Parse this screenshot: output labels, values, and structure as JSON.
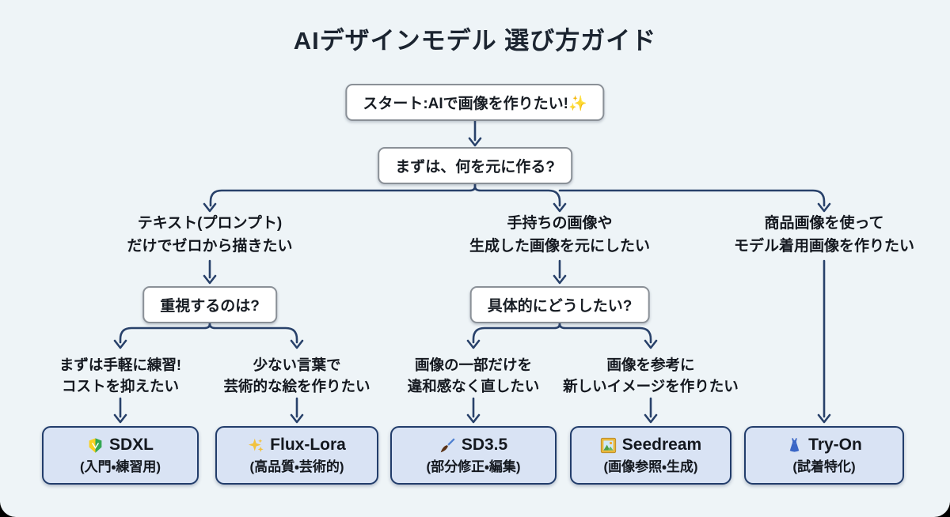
{
  "palette": {
    "background": "#eef4f7",
    "line_color": "#28416a",
    "result_fill": "#d9e3f4",
    "result_border": "#223d6b",
    "node_fill": "#ffffff",
    "node_border": "#8a9097"
  },
  "title": "AIデザインモデル 選び方ガイド",
  "start": {
    "label": "スタート:AIで画像を作りたい!✨"
  },
  "root_question": {
    "label": "まずは、何を元に作る?"
  },
  "branches": [
    {
      "condition_line1": "テキスト(プロンプト)",
      "condition_line2": "だけでゼロから描きたい",
      "question": "重視するのは?"
    },
    {
      "condition_line1": "手持ちの画像や",
      "condition_line2": "生成した画像を元にしたい",
      "question": "具体的にどうしたい?"
    },
    {
      "condition_line1": "商品画像を使って",
      "condition_line2": "モデル着用画像を作りたい"
    }
  ],
  "options": [
    {
      "line1": "まずは手軽に練習!",
      "line2": "コストを抑えたい"
    },
    {
      "line1": "少ない言葉で",
      "line2": "芸術的な絵を作りたい"
    },
    {
      "line1": "画像の一部だけを",
      "line2": "違和感なく直したい"
    },
    {
      "line1": "画像を参考に",
      "line2": "新しいイメージを作りたい"
    }
  ],
  "results": [
    {
      "icon": "beginner-icon",
      "name": "SDXL",
      "subtitle": "(入門・練習用)"
    },
    {
      "icon": "sparkles-icon",
      "name": "Flux-Lora",
      "subtitle": "(高品質・芸術的)"
    },
    {
      "icon": "paintbrush-icon",
      "name": "SD3.5",
      "subtitle": "(部分修正・編集)"
    },
    {
      "icon": "framed-picture-icon",
      "name": "Seedream",
      "subtitle": "(画像参照・生成)"
    },
    {
      "icon": "dress-icon",
      "name": "Try-On",
      "subtitle": "(試着特化)"
    }
  ]
}
